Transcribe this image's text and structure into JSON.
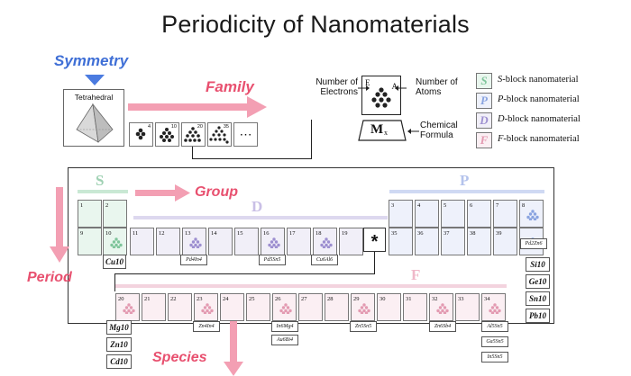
{
  "title": "Periodicity of Nanomaterials",
  "labels": {
    "symmetry": "Symmetry",
    "family": "Family",
    "tetrahedral": "Tetrahedral",
    "group": "Group",
    "period": "Period",
    "species": "Species",
    "number_of_electrons": [
      "Number of",
      "Electrons"
    ],
    "number_of_atoms": [
      "Number of",
      "Atoms"
    ],
    "chemical_formula": [
      "Chemical",
      "Formula"
    ],
    "key_E": "E",
    "key_A": "A",
    "key_formula": "M",
    "key_formula_sub": "x",
    "ellipsis": "⋯",
    "asterisk": "*"
  },
  "family_nums": [
    "4",
    "10",
    "20",
    "35"
  ],
  "blocks": {
    "S": "S",
    "P": "P",
    "D": "D",
    "F": "F"
  },
  "legend": [
    {
      "letter": "S",
      "name": "S",
      "text": "-block nanomaterial",
      "color": "#7fc59b",
      "bg": "#e9f6ee"
    },
    {
      "letter": "P",
      "name": "P",
      "text": "-block nanomaterial",
      "color": "#8aa4e0",
      "bg": "#eef1fb"
    },
    {
      "letter": "D",
      "name": "D",
      "text": "-block nanomaterial",
      "color": "#9d8fd0",
      "bg": "#f1eff8"
    },
    {
      "letter": "F",
      "name": "F",
      "text": "-block nanomaterial",
      "color": "#e39ab1",
      "bg": "#fbeff3"
    }
  ],
  "row1": {
    "s": [
      "1",
      "2"
    ],
    "p": [
      "3",
      "4",
      "5",
      "6",
      "7",
      "8"
    ]
  },
  "row2": [
    "9",
    "10",
    "11",
    "12",
    "13",
    "14",
    "15",
    "16",
    "17",
    "18",
    "19",
    "35",
    "36",
    "37",
    "38",
    "39"
  ],
  "row3": [
    "20",
    "21",
    "22",
    "23",
    "24",
    "25",
    "26",
    "27",
    "28",
    "29",
    "30",
    "31",
    "32",
    "33",
    "34"
  ],
  "tags_row2": {
    "cu10": "Cu10",
    "pd4": "Pd4In4",
    "pd5": "Pd5Sn5",
    "cu6": "Cu6Al6",
    "pd2zn": "Pd2Zn6"
  },
  "p_column": [
    "Si10",
    "Ge10",
    "Sn10",
    "Pb10"
  ],
  "s_column": [
    "Mg10",
    "Zn10",
    "Cd10"
  ],
  "tags_row3": {
    "zn4": "Zn4In4",
    "in6": "In6Mg4",
    "au6": "Au6Bi4",
    "zn5": "Zn5Sn5",
    "zn6": "Zn6Sb4",
    "al5": "Al5Sn5",
    "ga5": "Ga5Sn5",
    "in5": "In5Sn5"
  }
}
